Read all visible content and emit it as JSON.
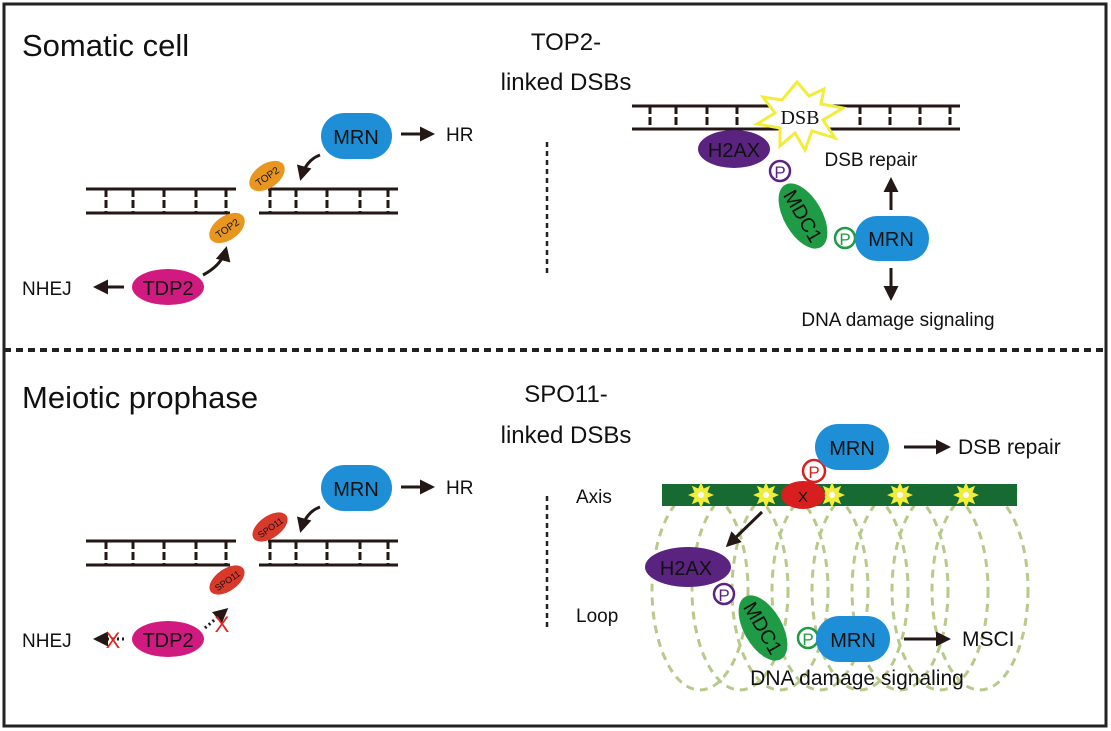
{
  "panels": {
    "somatic": {
      "title": "Somatic cell",
      "subtitle_line1": "TOP2-",
      "subtitle_line2": "linked DSBs",
      "left": {
        "mrn": "MRN",
        "hr": "HR",
        "top2_upper": "TOP2",
        "top2_lower": "TOP2",
        "tdp2": "TDP2",
        "nhej": "NHEJ"
      },
      "right": {
        "dsb": "DSB",
        "h2ax": "H2AX",
        "p1": "P",
        "mdc1": "MDC1",
        "p2": "P",
        "mrn": "MRN",
        "dsb_repair": "DSB repair",
        "signaling": "DNA damage signaling"
      }
    },
    "meiotic": {
      "title": "Meiotic  prophase",
      "subtitle_line1": "SPO11-",
      "subtitle_line2": "linked DSBs",
      "left": {
        "mrn": "MRN",
        "hr": "HR",
        "spo11_upper": "SPO11",
        "spo11_lower": "SPO11",
        "tdp2": "TDP2",
        "nhej": "NHEJ",
        "block_mark": "X"
      },
      "right": {
        "axis_label": "Axis",
        "loop_label": "Loop",
        "x_protein": "X",
        "p_top": "P",
        "mrn_top": "MRN",
        "dsb_repair": "DSB repair",
        "h2ax": "H2AX",
        "p1": "P",
        "mdc1": "MDC1",
        "p2": "P",
        "mrn_bottom": "MRN",
        "msci": "MSCI",
        "signaling": "DNA damage signaling"
      }
    }
  },
  "colors": {
    "mrn": "#1e8fd6",
    "tdp2": "#d11a7f",
    "top2": "#e8961e",
    "spo11": "#d8392b",
    "h2ax": "#5b2380",
    "mdc1": "#1f9a45",
    "axis": "#176b32",
    "loop": "#b9c98a",
    "dsb_star": "#f2ec3a",
    "x_protein": "#d81f1f",
    "block_x": "#e0241f"
  }
}
